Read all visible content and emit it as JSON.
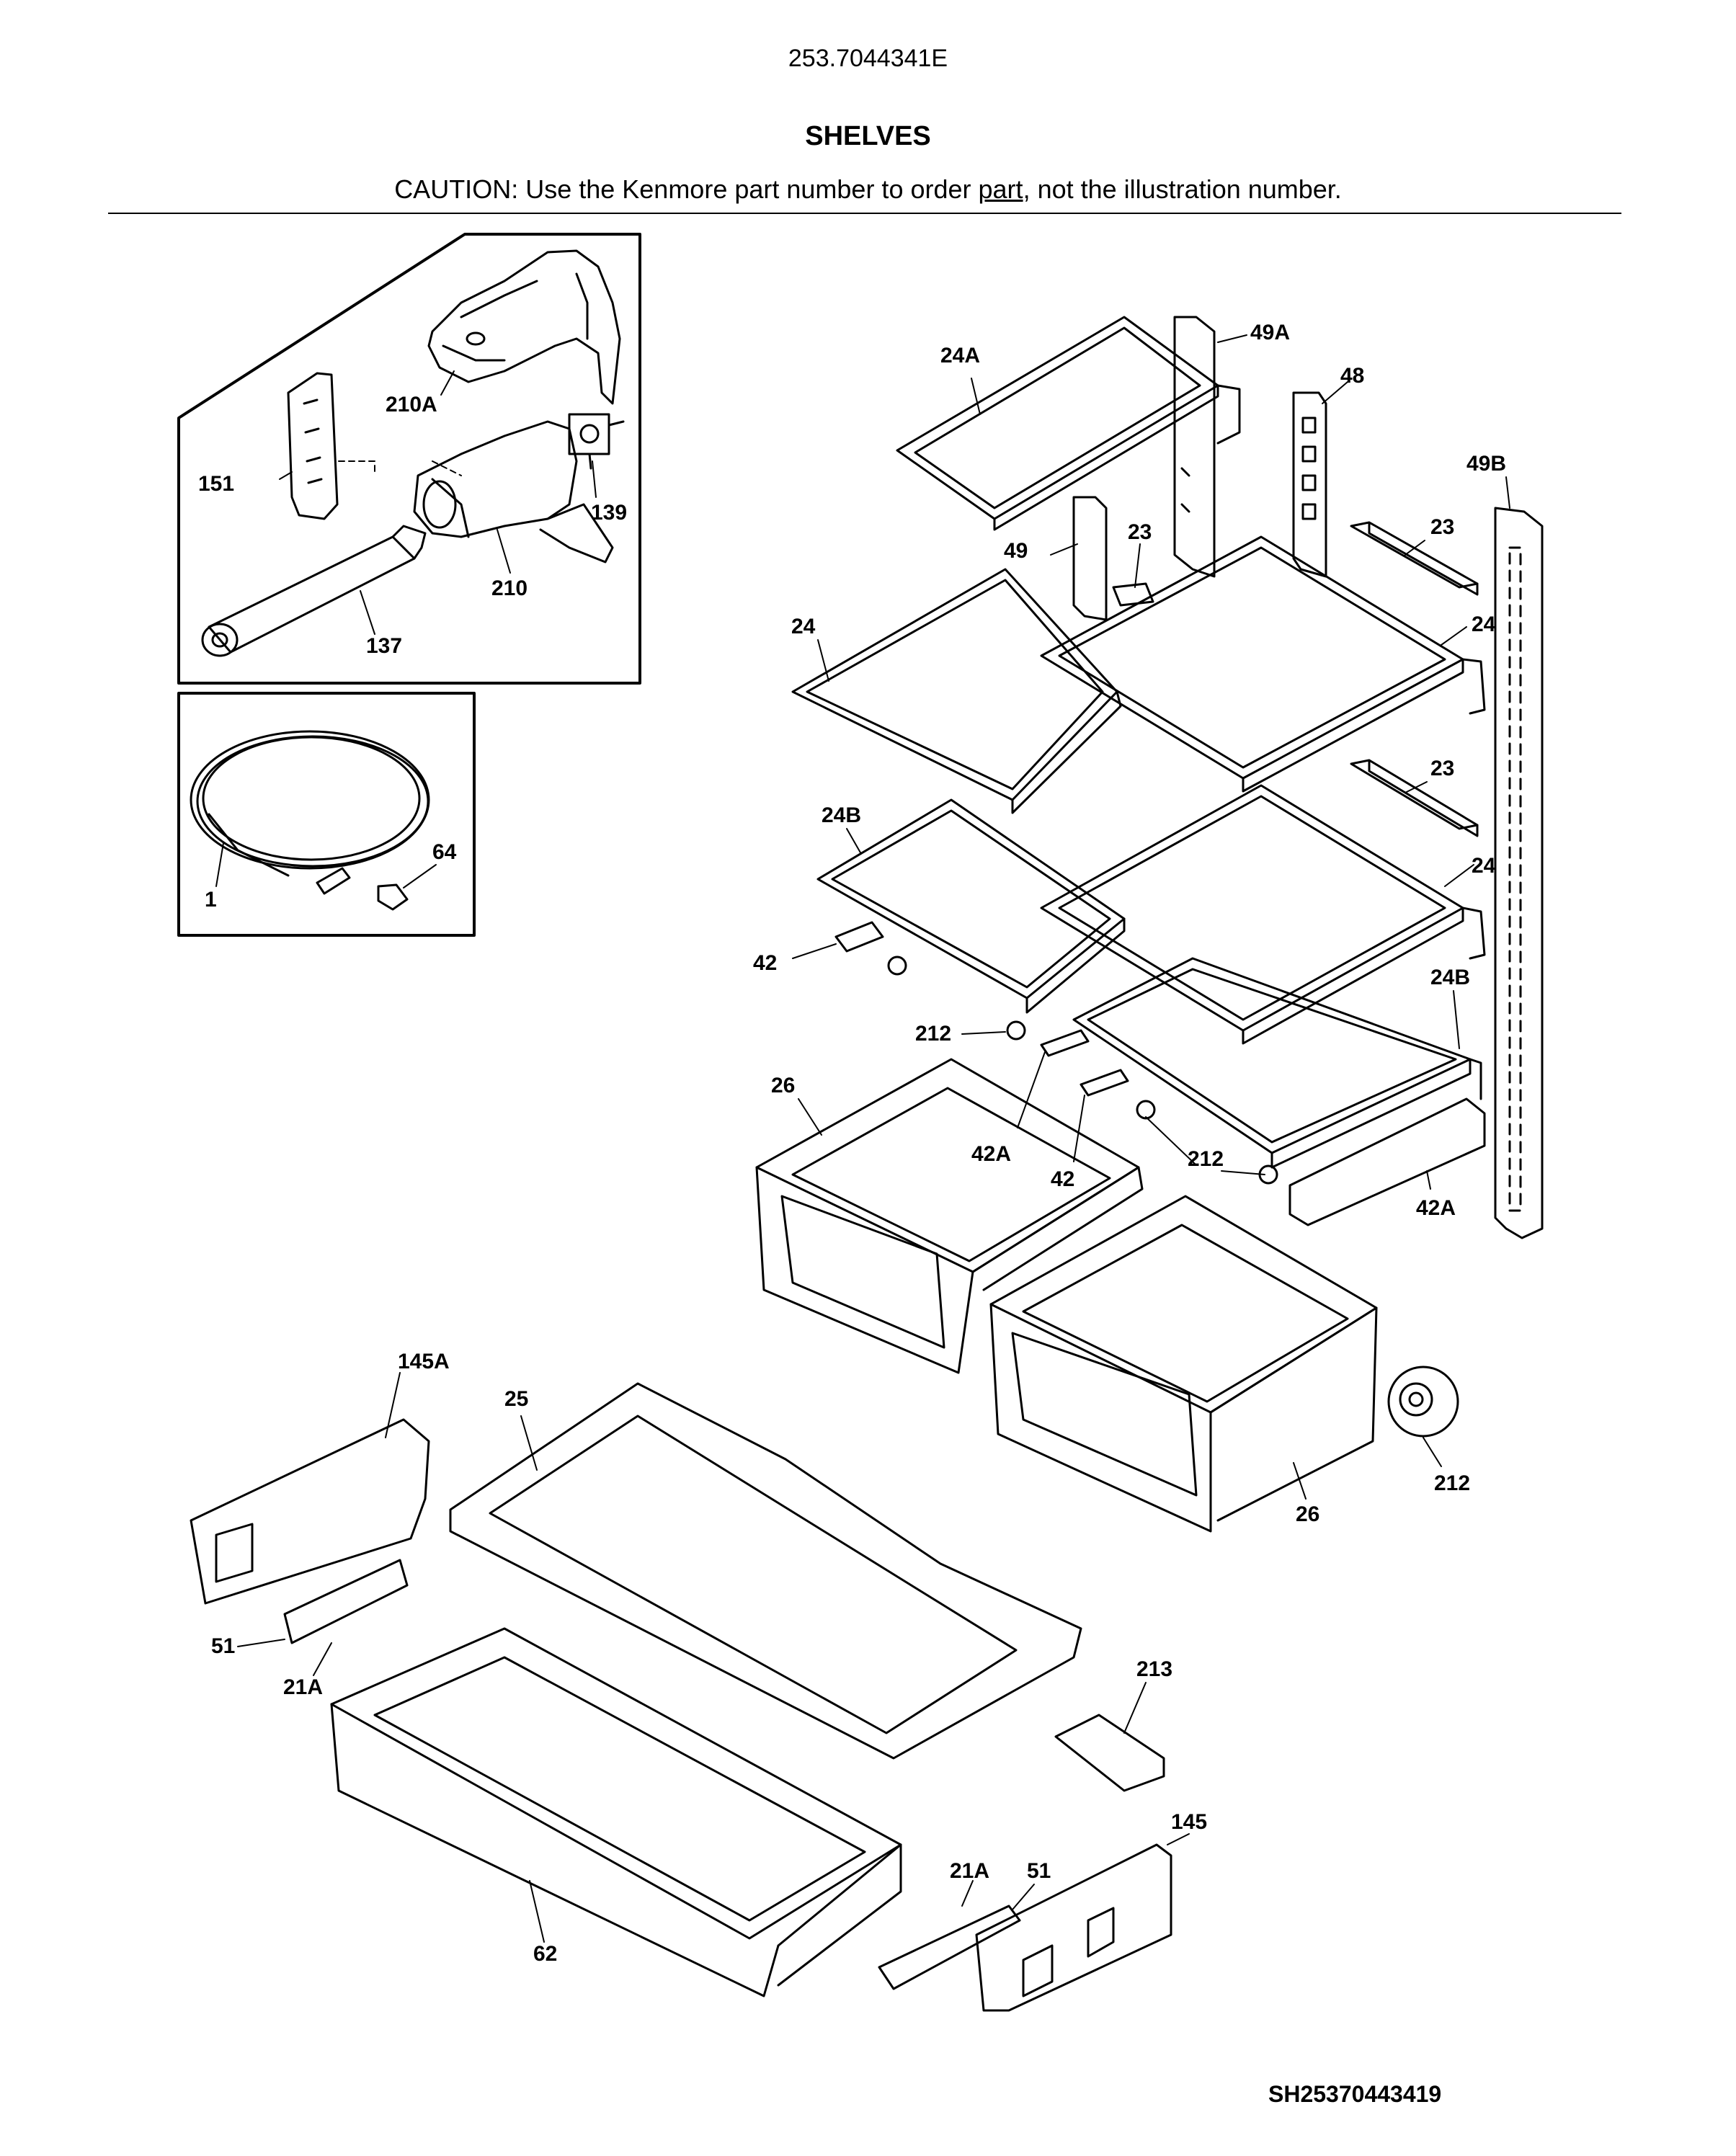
{
  "header": {
    "model": "253.7044341E",
    "title": "SHELVES",
    "caution_prefix": "CAUTION: Use the Kenmore part number to order ",
    "caution_link": "part",
    "caution_suffix": ", not the illustration number."
  },
  "diagram_code": "SH25370443419",
  "callouts": {
    "c24a": "24A",
    "c49a": "49A",
    "c48": "48",
    "c49b": "49B",
    "c23a": "23",
    "c23b": "23",
    "c23c": "23",
    "c49": "49",
    "c24a_l": "24",
    "c24a_r": "24",
    "c24b_l": "24B",
    "c24_r2": "24",
    "c24b_r": "24B",
    "c42_l": "42",
    "c212_a": "212",
    "c26_l": "26",
    "c42a_l": "42A",
    "c42_m": "42",
    "c212_b": "212",
    "c42a_r": "42A",
    "c210a": "210A",
    "c151": "151",
    "c139": "139",
    "c210": "210",
    "c137": "137",
    "c1": "1",
    "c64": "64",
    "c145a": "145A",
    "c25": "25",
    "c26_r": "26",
    "c212_c": "212",
    "c51_l": "51",
    "c21a_l": "21A",
    "c213": "213",
    "c145": "145",
    "c21a_r": "21A",
    "c51_r": "51",
    "c62": "62"
  }
}
